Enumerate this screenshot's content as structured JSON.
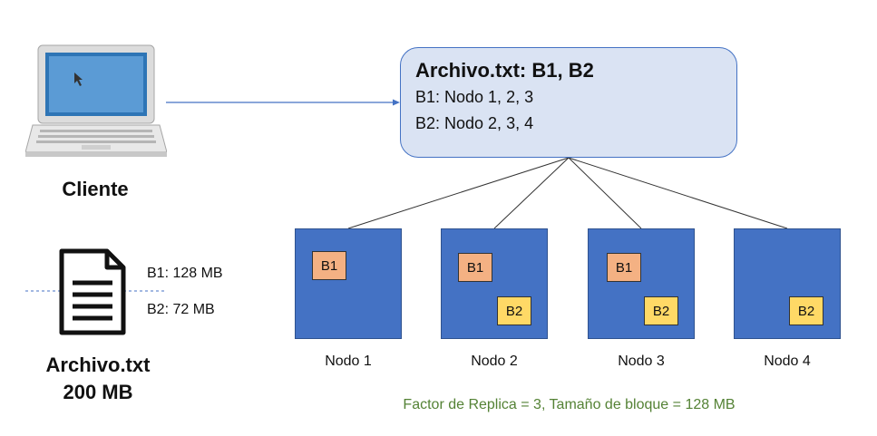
{
  "client": {
    "label": "Cliente",
    "icon": "laptop-icon"
  },
  "file": {
    "icon": "document-icon",
    "name": "Archivo.txt",
    "size": "200 MB",
    "blocks": [
      "B1: 128 MB",
      "B2: 72 MB"
    ]
  },
  "namenode": {
    "title": "Archivo.txt: B1, B2",
    "lines": [
      "B1: Nodo 1, 2, 3",
      "B2: Nodo 2, 3, 4"
    ]
  },
  "nodes": [
    {
      "label": "Nodo 1",
      "blocks": [
        "B1"
      ]
    },
    {
      "label": "Nodo 2",
      "blocks": [
        "B1",
        "B2"
      ]
    },
    {
      "label": "Nodo 3",
      "blocks": [
        "B1",
        "B2"
      ]
    },
    {
      "label": "Nodo 4",
      "blocks": [
        "B2"
      ]
    }
  ],
  "footer": "Factor de Replica = 3, Tamaño de bloque = 128 MB",
  "colors": {
    "node": "#4472c4",
    "namenode_fill": "#dae3f3",
    "b1": "#f4b183",
    "b2": "#ffd966",
    "footer_text": "#548235"
  }
}
